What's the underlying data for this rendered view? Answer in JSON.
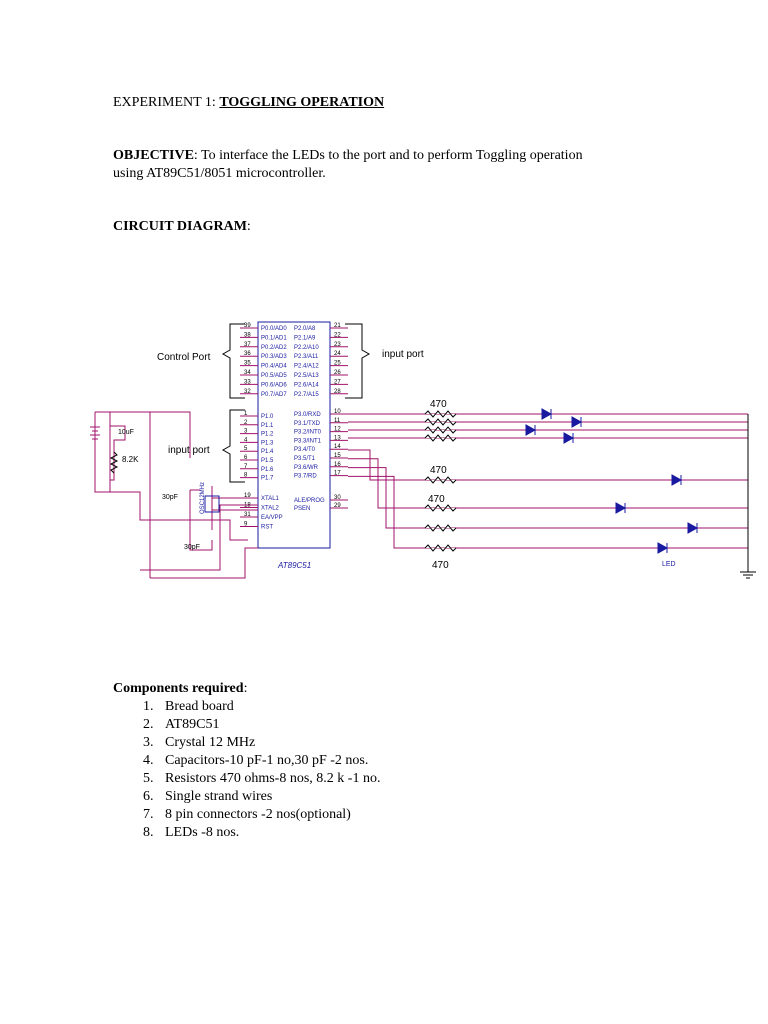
{
  "experiment": {
    "prefix": "EXPERIMENT 1: ",
    "title": "TOGGLING OPERATION"
  },
  "objective": {
    "label": "OBJECTIVE",
    "line1": ": To interface the LEDs to the port and to perform Toggling operation",
    "line2": "using AT89C51/8051 microcontroller."
  },
  "circuit": {
    "label": "CIRCUIT DIAGRAM",
    "suffix": ":"
  },
  "diagram": {
    "chip_name": "AT89C51",
    "control_port": "Control Port",
    "input_port_top": "input port",
    "input_port_left": "input port",
    "cap_10": "10uF",
    "res_82k": "8.2K",
    "cap_30a": "30pF",
    "cap_30b": "30pF",
    "crystal": "OSC12MHz",
    "res_470_1": "470",
    "res_470_2": "470",
    "res_470_3": "470",
    "res_470_4": "470",
    "led_label": "LED",
    "left_pins": [
      {
        "num": "39",
        "name": "P0.0/AD0"
      },
      {
        "num": "38",
        "name": "P0.1/AD1"
      },
      {
        "num": "37",
        "name": "P0.2/AD2"
      },
      {
        "num": "36",
        "name": "P0.3/AD3"
      },
      {
        "num": "35",
        "name": "P0.4/AD4"
      },
      {
        "num": "34",
        "name": "P0.5/AD5"
      },
      {
        "num": "33",
        "name": "P0.6/AD6"
      },
      {
        "num": "32",
        "name": "P0.7/AD7"
      },
      {
        "num": "1",
        "name": "P1.0"
      },
      {
        "num": "2",
        "name": "P1.1"
      },
      {
        "num": "3",
        "name": "P1.2"
      },
      {
        "num": "4",
        "name": "P1.3"
      },
      {
        "num": "5",
        "name": "P1.4"
      },
      {
        "num": "6",
        "name": "P1.5"
      },
      {
        "num": "7",
        "name": "P1.6"
      },
      {
        "num": "8",
        "name": "P1.7"
      },
      {
        "num": "19",
        "name": "XTAL1"
      },
      {
        "num": "18",
        "name": "XTAL2"
      },
      {
        "num": "31",
        "name": "EA/VPP"
      },
      {
        "num": "9",
        "name": "RST"
      }
    ],
    "right_pins": [
      {
        "num": "21",
        "name": "P2.0/A8"
      },
      {
        "num": "22",
        "name": "P2.1/A9"
      },
      {
        "num": "23",
        "name": "P2.2/A10"
      },
      {
        "num": "24",
        "name": "P2.3/A11"
      },
      {
        "num": "25",
        "name": "P2.4/A12"
      },
      {
        "num": "26",
        "name": "P2.5/A13"
      },
      {
        "num": "27",
        "name": "P2.6/A14"
      },
      {
        "num": "28",
        "name": "P2.7/A15"
      },
      {
        "num": "10",
        "name": "P3.0/RXD"
      },
      {
        "num": "11",
        "name": "P3.1/TXD"
      },
      {
        "num": "12",
        "name": "P3.2/INT0"
      },
      {
        "num": "13",
        "name": "P3.3/INT1"
      },
      {
        "num": "14",
        "name": "P3.4/T0"
      },
      {
        "num": "15",
        "name": "P3.5/T1"
      },
      {
        "num": "16",
        "name": "P3.6/WR"
      },
      {
        "num": "17",
        "name": "P3.7/RD"
      },
      {
        "num": "30",
        "name": "ALE/PROG"
      },
      {
        "num": "29",
        "name": "PSEN"
      }
    ]
  },
  "components": {
    "label": "Components required",
    "suffix": ":",
    "items": [
      {
        "num": "1.",
        "text": "Bread board"
      },
      {
        "num": "2.",
        "text": "AT89C51"
      },
      {
        "num": "3.",
        "text": "Crystal 12 MHz"
      },
      {
        "num": "4.",
        "text": "Capacitors-10 pF-1 no,30 pF -2 nos."
      },
      {
        "num": "5.",
        "text": "Resistors 470 ohms-8 nos, 8.2 k -1 no."
      },
      {
        "num": "6.",
        "text": "Single strand wires"
      },
      {
        "num": "7.",
        "text": "8 pin connectors -2 nos(optional)"
      },
      {
        "num": "8.",
        "text": "LEDs -8 nos."
      }
    ]
  }
}
